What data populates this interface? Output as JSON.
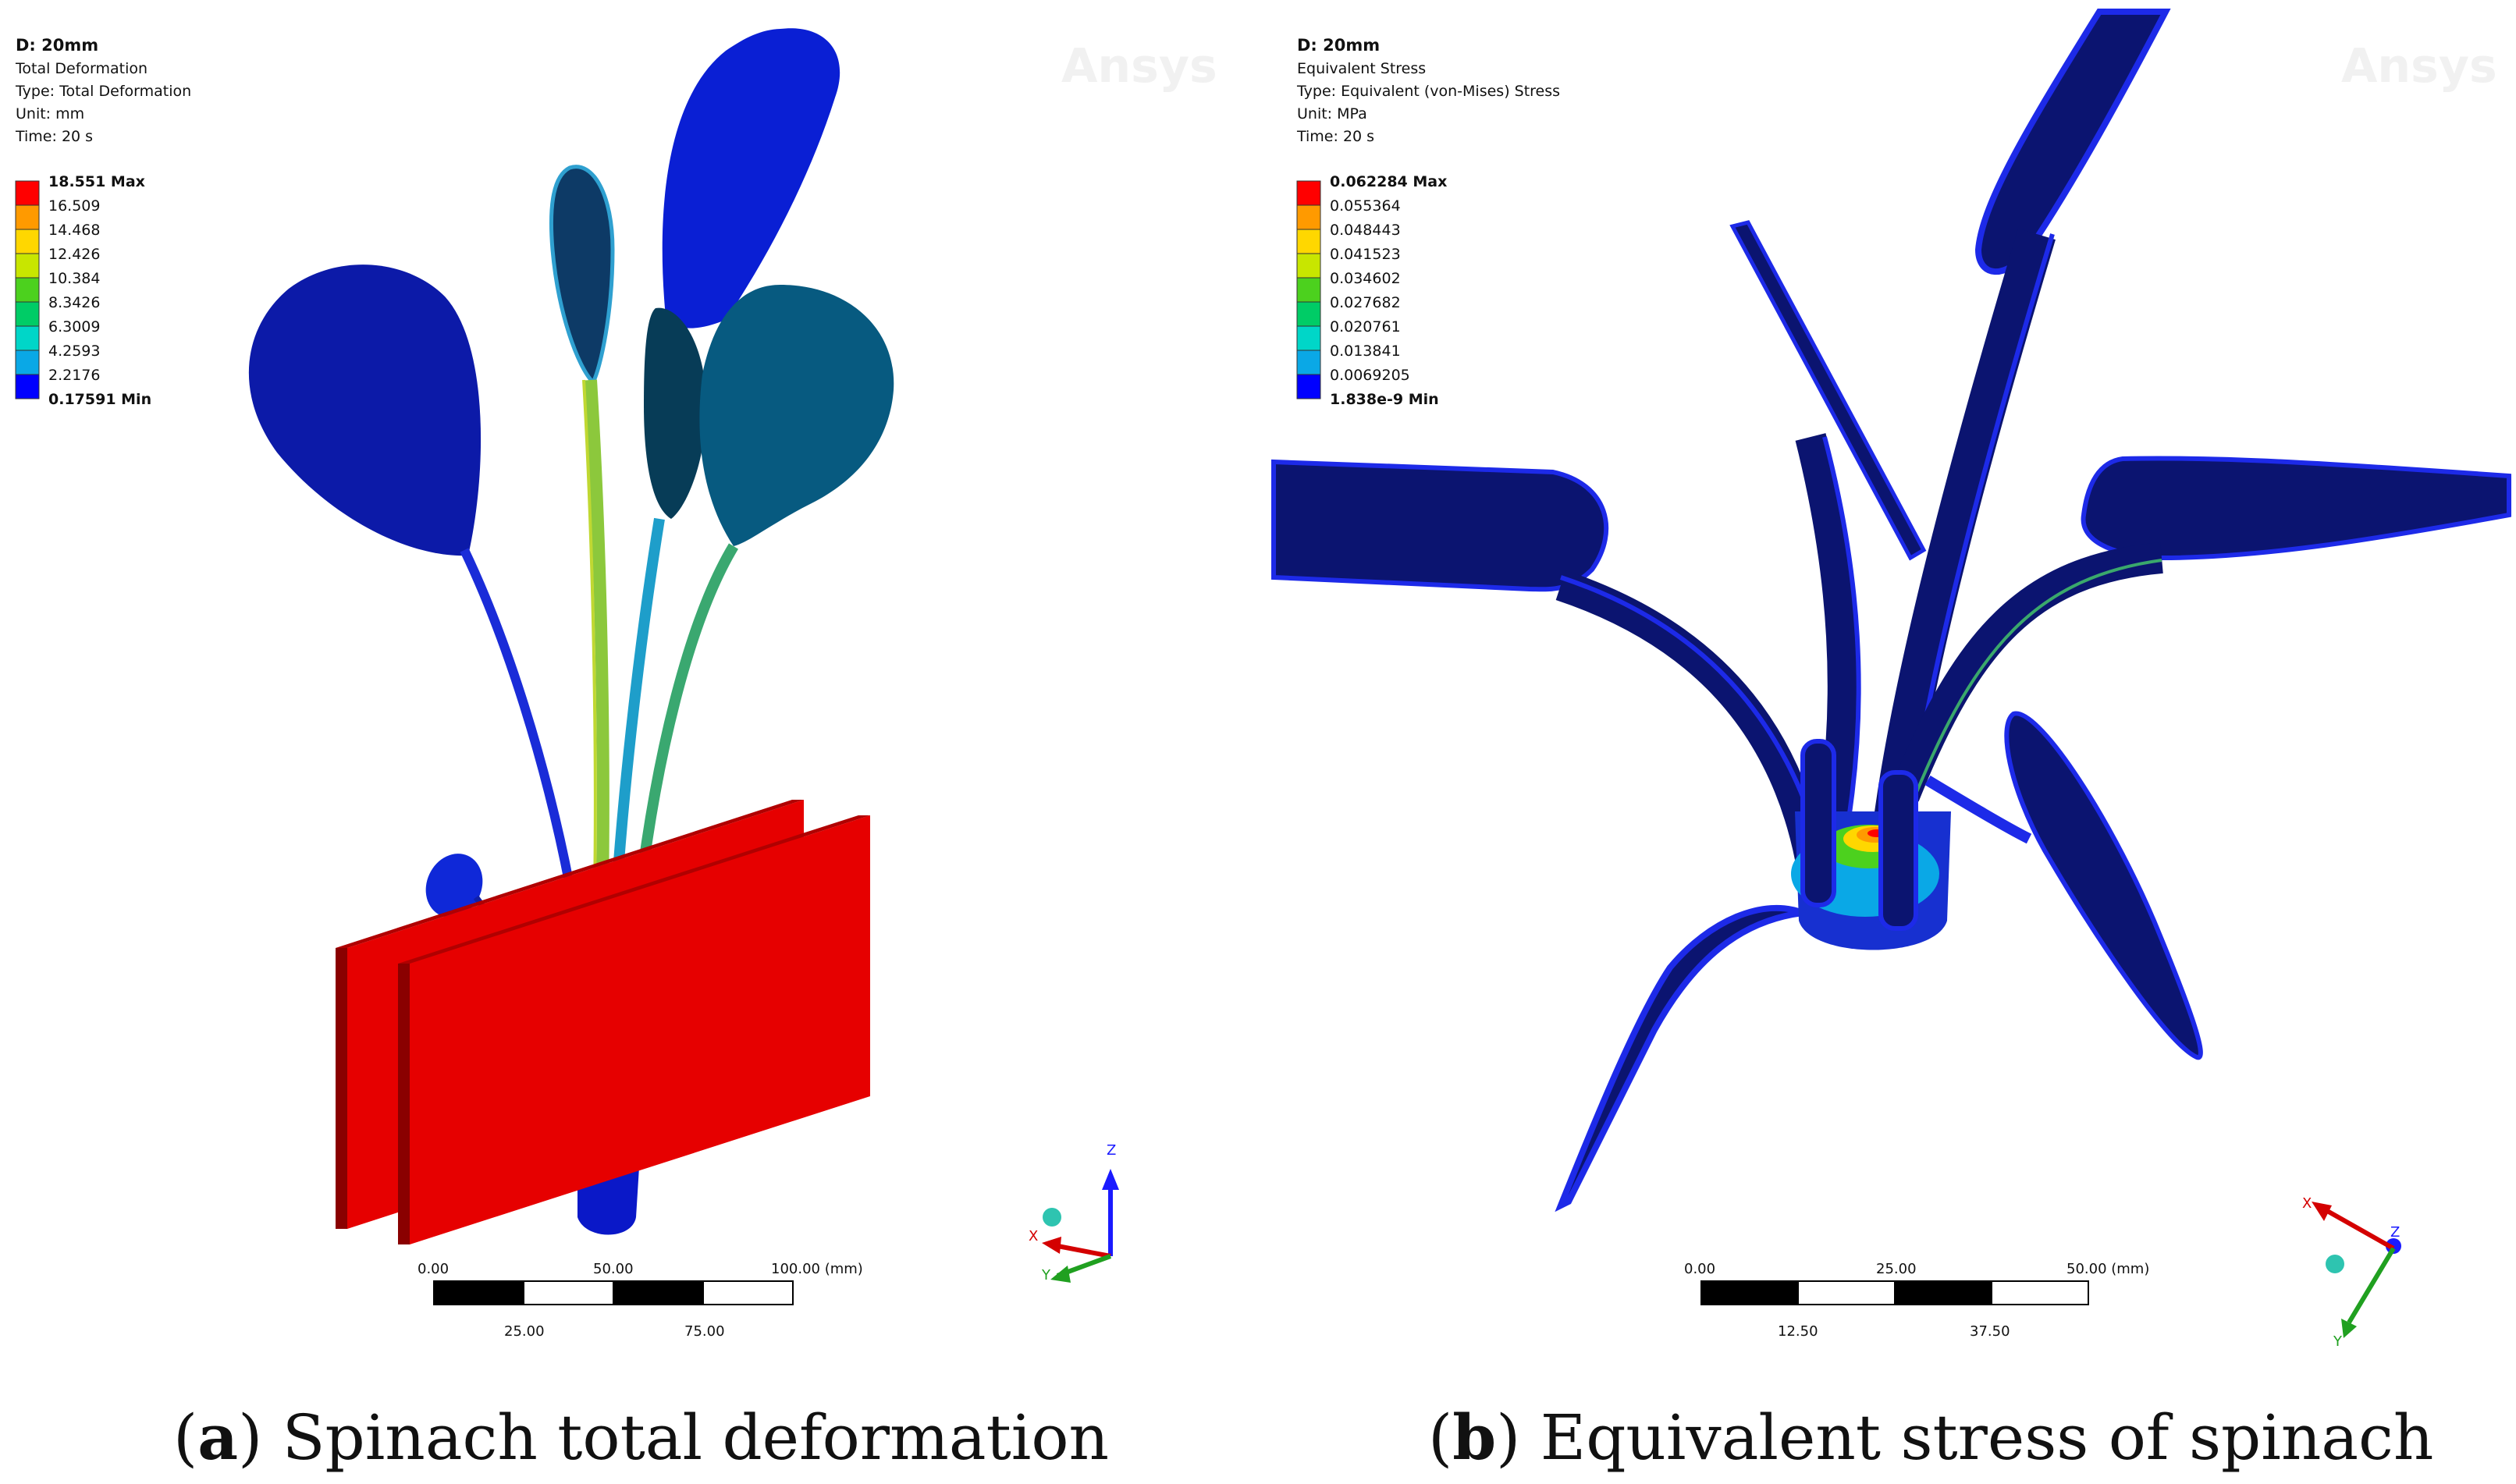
{
  "panels": [
    {
      "id": "a",
      "header": {
        "title": "D: 20mm",
        "result": "Total Deformation",
        "type": "Type: Total Deformation",
        "unit": "Unit: mm",
        "time": "Time: 20 s"
      },
      "watermark": "Ansys",
      "legend": {
        "max_label": "18.551 Max",
        "levels": [
          "16.509",
          "14.468",
          "12.426",
          "10.384",
          "8.3426",
          "6.3009",
          "4.2593",
          "2.2176"
        ],
        "min_label": "0.17591 Min",
        "colors": [
          "#ff0000",
          "#ff9a00",
          "#ffd700",
          "#c8e600",
          "#4cd11e",
          "#00cc66",
          "#00d6c8",
          "#0aa8e6",
          "#0000ff"
        ]
      },
      "scale_bar": {
        "top_labels": [
          "0.00",
          "50.00",
          "100.00 (mm)"
        ],
        "bottom_labels": [
          "25.00",
          "75.00"
        ]
      },
      "axes": {
        "z": "Z",
        "x": "X",
        "y": "Y"
      },
      "caption": {
        "letter": "a",
        "text": "Spinach total deformation"
      }
    },
    {
      "id": "b",
      "header": {
        "title": "D: 20mm",
        "result": "Equivalent Stress",
        "type": "Type: Equivalent (von-Mises) Stress",
        "unit": "Unit: MPa",
        "time": "Time: 20 s"
      },
      "watermark": "Ansys",
      "legend": {
        "max_label": "0.062284 Max",
        "levels": [
          "0.055364",
          "0.048443",
          "0.041523",
          "0.034602",
          "0.027682",
          "0.020761",
          "0.013841",
          "0.0069205"
        ],
        "min_label": "1.838e-9 Min",
        "colors": [
          "#ff0000",
          "#ff9a00",
          "#ffd700",
          "#c8e600",
          "#4cd11e",
          "#00cc66",
          "#00d6c8",
          "#0aa8e6",
          "#0000ff"
        ]
      },
      "scale_bar": {
        "top_labels": [
          "0.00",
          "25.00",
          "50.00 (mm)"
        ],
        "bottom_labels": [
          "12.50",
          "37.50"
        ]
      },
      "axes": {
        "z": "Z",
        "x": "X",
        "y": "Y"
      },
      "caption": {
        "letter": "b",
        "text": "Equivalent stress of spinach"
      }
    }
  ]
}
